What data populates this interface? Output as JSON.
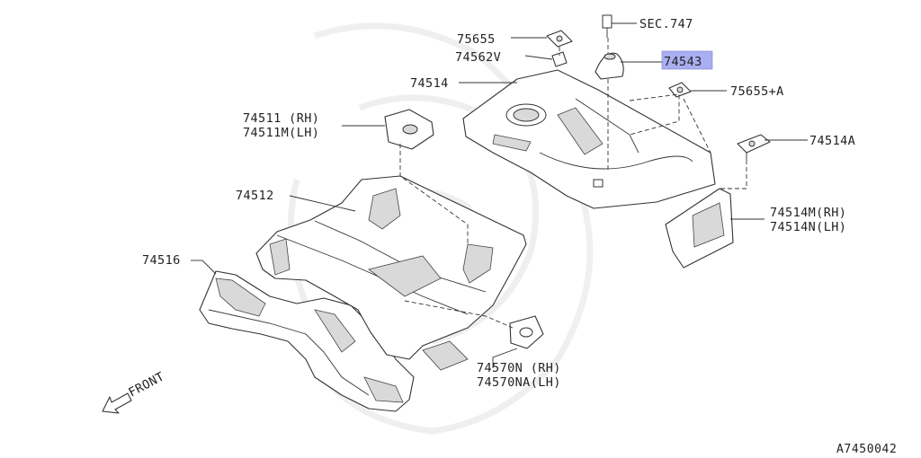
{
  "colors": {
    "highlight": "#a9aef0",
    "line": "#333333",
    "shade": "#d9d9d9"
  },
  "labels": {
    "p75655": "75655",
    "p74562v": "74562V",
    "sec747": "SEC.747",
    "p74543": "74543",
    "p74514": "74514",
    "p75655a": "75655+A",
    "p74511": "74511 (RH)",
    "p74511m": "74511M(LH)",
    "p74514a": "74514A",
    "p74512": "74512",
    "p74514m": "74514M(RH)",
    "p74514n": "74514N(LH)",
    "p74516": "74516",
    "p74570n": "74570N (RH)",
    "p74570na": "74570NA(LH)",
    "front": "FRONT",
    "code": "A7450042"
  },
  "highlighted_part": "74543",
  "icons": {
    "front_arrow": "arrow-down-left-icon",
    "watermark": "logo-watermark"
  }
}
